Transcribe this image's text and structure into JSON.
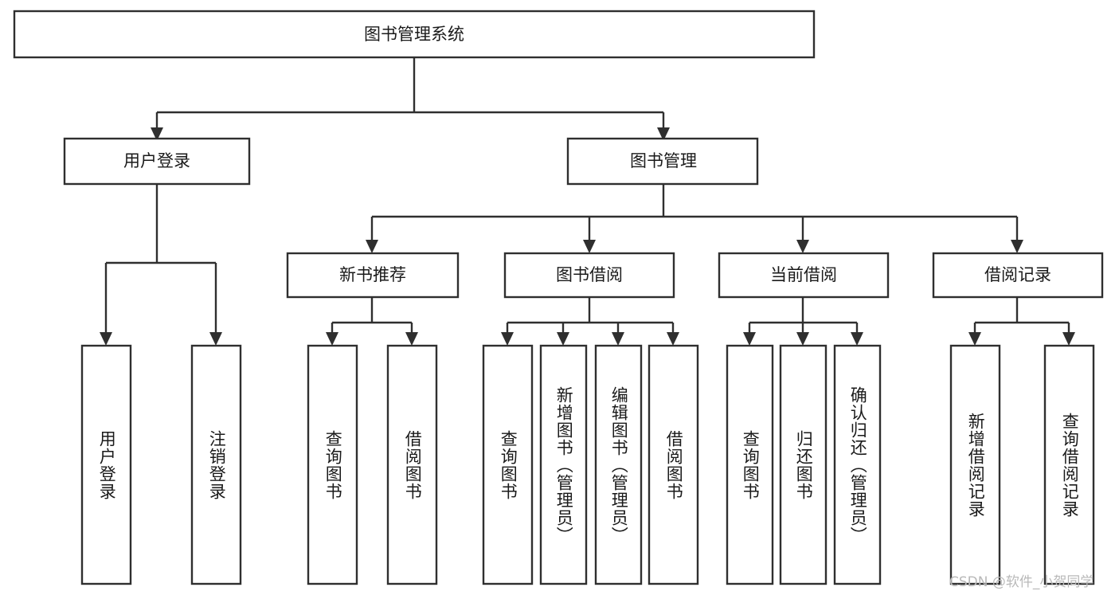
{
  "diagram": {
    "type": "tree-hierarchy",
    "orientation": "top-down",
    "background_color": "#ffffff",
    "border_color": "#2f2f2f",
    "text_color": "#1a1a1a",
    "root": {
      "id": "root",
      "label": "图书管理系统",
      "text_direction": "horizontal"
    },
    "level2": [
      {
        "id": "user-login",
        "label": "用户登录",
        "text_direction": "horizontal"
      },
      {
        "id": "book-manage",
        "label": "图书管理",
        "text_direction": "horizontal"
      }
    ],
    "level3": [
      {
        "id": "new-book-rec",
        "label": "新书推荐",
        "text_direction": "horizontal"
      },
      {
        "id": "book-borrow",
        "label": "图书借阅",
        "text_direction": "horizontal"
      },
      {
        "id": "current-borrow",
        "label": "当前借阅",
        "text_direction": "horizontal"
      },
      {
        "id": "borrow-record",
        "label": "借阅记录",
        "text_direction": "horizontal"
      }
    ],
    "leaves": [
      {
        "id": "leaf-user-login",
        "label": "用户登录",
        "parent": "user-login",
        "text_direction": "vertical"
      },
      {
        "id": "leaf-user-logout",
        "label": "注销登录",
        "parent": "user-login",
        "text_direction": "vertical"
      },
      {
        "id": "leaf-query-book-1",
        "label": "查询图书",
        "parent": "new-book-rec",
        "text_direction": "vertical"
      },
      {
        "id": "leaf-borrow-book-1",
        "label": "借阅图书",
        "parent": "new-book-rec",
        "text_direction": "vertical"
      },
      {
        "id": "leaf-query-book-2",
        "label": "查询图书",
        "parent": "book-borrow",
        "text_direction": "vertical"
      },
      {
        "id": "leaf-add-book",
        "label": "新增图书（管理员）",
        "parent": "book-borrow",
        "text_direction": "vertical"
      },
      {
        "id": "leaf-edit-book",
        "label": "编辑图书（管理员）",
        "parent": "book-borrow",
        "text_direction": "vertical"
      },
      {
        "id": "leaf-borrow-book-2",
        "label": "借阅图书",
        "parent": "book-borrow",
        "text_direction": "vertical"
      },
      {
        "id": "leaf-query-book-3",
        "label": "查询图书",
        "parent": "current-borrow",
        "text_direction": "vertical"
      },
      {
        "id": "leaf-return-book",
        "label": "归还图书",
        "parent": "current-borrow",
        "text_direction": "vertical"
      },
      {
        "id": "leaf-confirm-return",
        "label": "确认归还（管理员）",
        "parent": "current-borrow",
        "text_direction": "vertical"
      },
      {
        "id": "leaf-add-record",
        "label": "新增借阅记录",
        "parent": "borrow-record",
        "text_direction": "vertical"
      },
      {
        "id": "leaf-query-record",
        "label": "查询借阅记录",
        "parent": "borrow-record",
        "text_direction": "vertical"
      }
    ]
  },
  "watermark": {
    "text": "CSDN @软件_小贺同学",
    "color": "#b9b9b9"
  }
}
